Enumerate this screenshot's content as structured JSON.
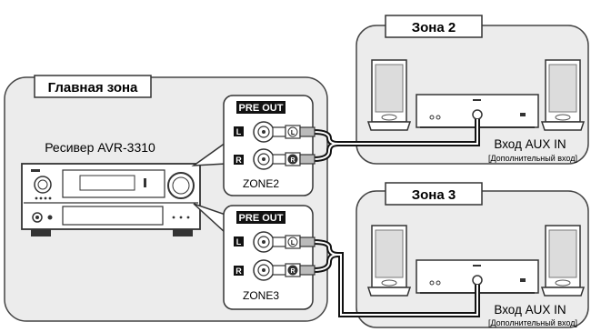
{
  "main_zone": {
    "label": "Главная зона",
    "receiver_label": "Ресивер AVR-3310"
  },
  "pre_out_panels": [
    {
      "header": "PRE OUT",
      "left_jack": "L",
      "right_jack": "R",
      "footer": "ZONE2"
    },
    {
      "header": "PRE OUT",
      "left_jack": "L",
      "right_jack": "R",
      "footer": "ZONE3"
    }
  ],
  "zone2": {
    "label": "Зона 2",
    "input_label": "Вход AUX IN",
    "input_sublabel": "[Дополнительный вход]"
  },
  "zone3": {
    "label": "Зона 3",
    "input_label": "Вход AUX IN",
    "input_sublabel": "[Дополнительный вход]"
  },
  "plug_letters": {
    "left": "L",
    "right": "R"
  }
}
